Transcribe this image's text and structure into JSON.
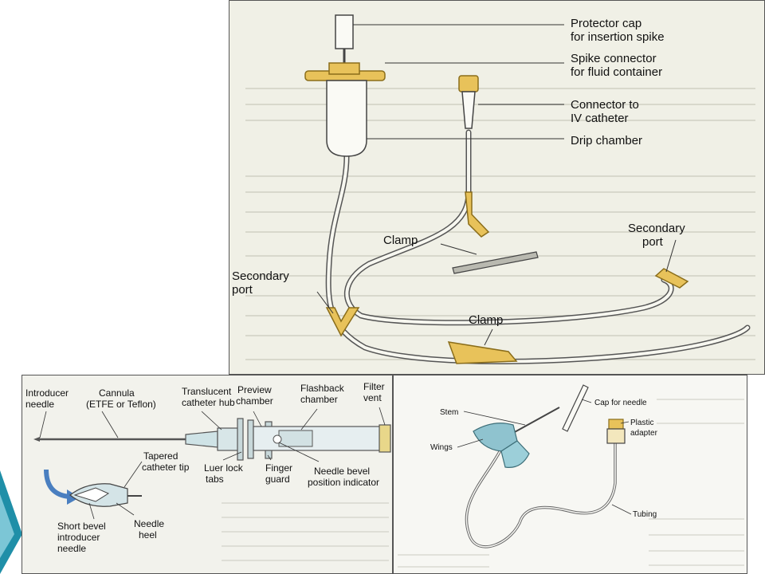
{
  "top_diagram": {
    "labels": {
      "protector_cap": [
        "Protector cap",
        "for insertion spike"
      ],
      "spike_connector": [
        "Spike connector",
        "for fluid container"
      ],
      "connector_iv": [
        "Connector to",
        "IV catheter"
      ],
      "drip_chamber": "Drip chamber",
      "clamp_upper": "Clamp",
      "secondary_port_left": [
        "Secondary",
        "port"
      ],
      "secondary_port_right": [
        "Secondary",
        "port"
      ],
      "clamp_lower": "Clamp"
    }
  },
  "catheter_diagram": {
    "labels": {
      "introducer_needle": [
        "Introducer",
        "needle"
      ],
      "cannula": [
        "Cannula",
        "(ETFE or Teflon)"
      ],
      "translucent_hub": [
        "Translucent",
        "catheter hub"
      ],
      "preview_chamber": [
        "Preview",
        "chamber"
      ],
      "flashback_chamber": [
        "Flashback",
        "chamber"
      ],
      "filter_vent": [
        "Filter",
        "vent"
      ],
      "tapered_tip": [
        "Tapered",
        "catheter tip"
      ],
      "luer_lock": [
        "Luer lock",
        "tabs"
      ],
      "finger_guard": [
        "Finger",
        "guard"
      ],
      "needle_bevel": [
        "Needle bevel",
        "position indicator"
      ],
      "short_bevel": [
        "Short bevel",
        "introducer",
        "needle"
      ],
      "needle_heel": [
        "Needle",
        "heel"
      ]
    }
  },
  "butterfly_diagram": {
    "labels": {
      "cap_for_needle": "Cap for needle",
      "stem": "Stem",
      "plastic_adapter": [
        "Plastic",
        "adapter"
      ],
      "wings": "Wings",
      "tubing": "Tubing"
    }
  },
  "colors": {
    "accent_yellow": "#e8c25a",
    "wing_blue": "#8fc3cf",
    "slide_teal": "#1f8fa8",
    "arrow_blue": "#4a7fc0"
  }
}
